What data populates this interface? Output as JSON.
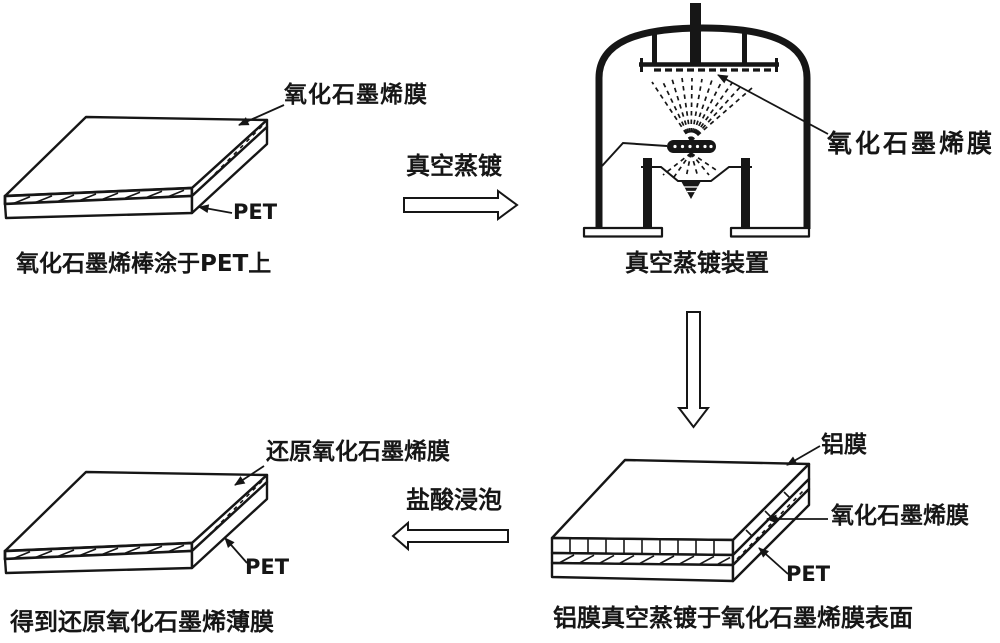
{
  "figure": {
    "background": "#ffffff",
    "ink": "#161616"
  },
  "step1": {
    "film_label": "氧化石墨烯膜",
    "substrate_label": "PET",
    "caption": "氧化石墨烯棒涂于PET上"
  },
  "transition1": {
    "label": "真空蒸镀"
  },
  "step2": {
    "film_label": "氧化石墨烯膜",
    "caption": "真空蒸镀装置"
  },
  "step3": {
    "al_film_label": "铝膜",
    "film_label": "氧化石墨烯膜",
    "substrate_label": "PET",
    "caption": "铝膜真空蒸镀于氧化石墨烯膜表面"
  },
  "transition2": {
    "label": "盐酸浸泡"
  },
  "step4": {
    "film_label": "还原氧化石墨烯膜",
    "substrate_label": "PET",
    "caption": "得到还原氧化石墨烯薄膜"
  }
}
